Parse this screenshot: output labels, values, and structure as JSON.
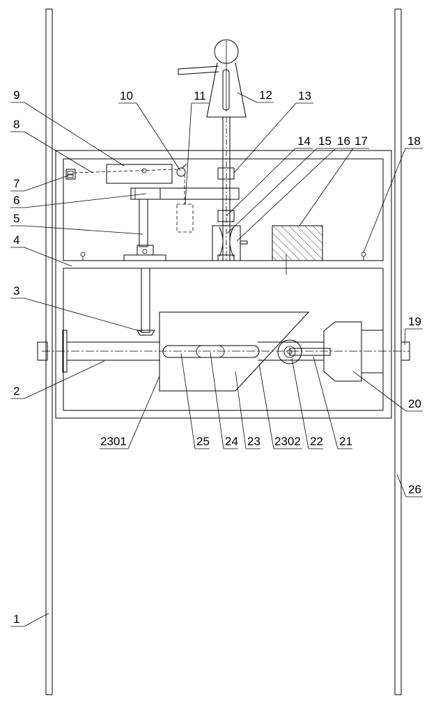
{
  "diagram": {
    "labels": {
      "l1": "1",
      "l2": "2",
      "l3": "3",
      "l4": "4",
      "l5": "5",
      "l6": "6",
      "l7": "7",
      "l8": "8",
      "l9": "9",
      "l10": "10",
      "l11": "11",
      "l12": "12",
      "l13": "13",
      "l14": "14",
      "l15": "15",
      "l16": "16",
      "l17": "17",
      "l18": "18",
      "l19": "19",
      "l20": "20",
      "l21": "21",
      "l22": "22",
      "l23": "23",
      "l24": "24",
      "l25": "25",
      "l26": "26",
      "l2301": "2301",
      "l2302": "2302"
    },
    "colors": {
      "line": "#000000",
      "background": "#ffffff"
    }
  }
}
